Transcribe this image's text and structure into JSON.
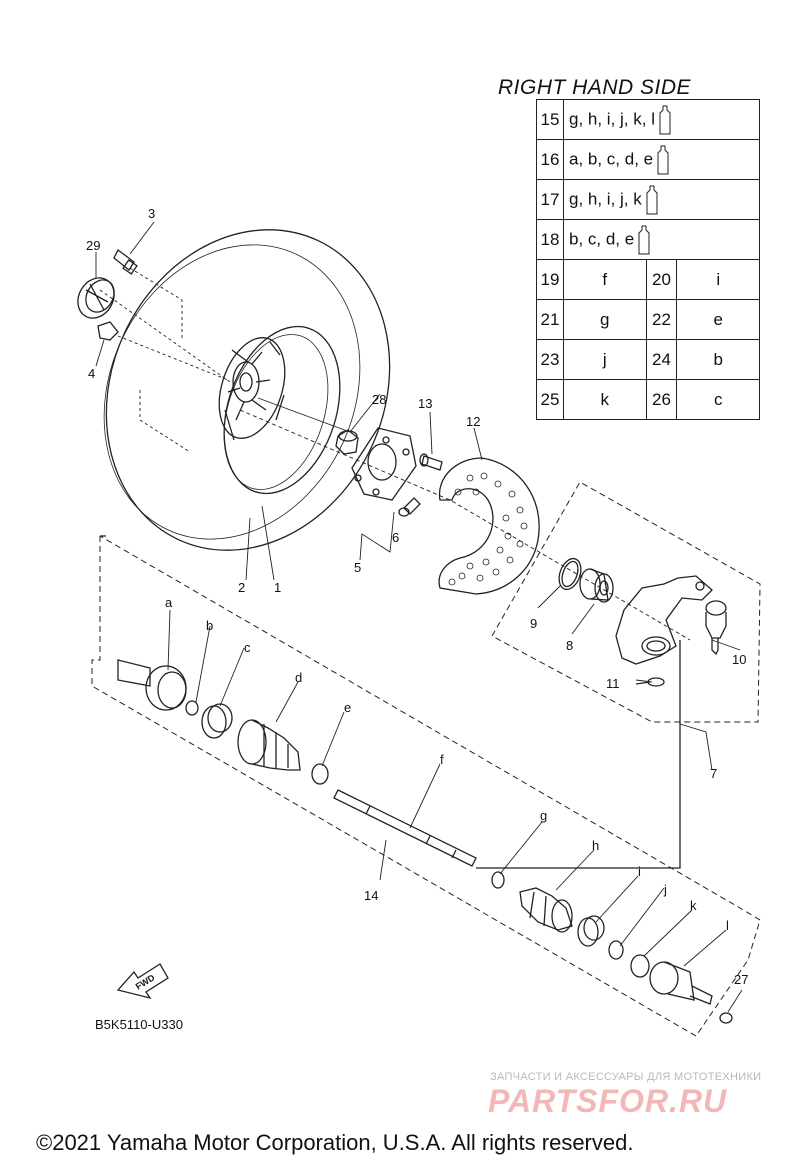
{
  "table": {
    "title": "RIGHT HAND SIDE",
    "rows": [
      {
        "num": "15",
        "letters": "g, h, i, j, k, l",
        "icon": "grease-tube-icon"
      },
      {
        "num": "16",
        "letters": "a, b, c, d, e",
        "icon": "grease-tube-icon"
      },
      {
        "num": "17",
        "letters": "g, h, i, j, k",
        "icon": "grease-tube-icon"
      },
      {
        "num": "18",
        "letters": "b, c, d, e",
        "icon": "grease-tube-icon"
      }
    ],
    "pairs": [
      [
        {
          "num": "19",
          "letter": "f"
        },
        {
          "num": "20",
          "letter": "i"
        }
      ],
      [
        {
          "num": "21",
          "letter": "g"
        },
        {
          "num": "22",
          "letter": "e"
        }
      ],
      [
        {
          "num": "23",
          "letter": "j"
        },
        {
          "num": "24",
          "letter": "b"
        }
      ],
      [
        {
          "num": "25",
          "letter": "k"
        },
        {
          "num": "26",
          "letter": "c"
        }
      ]
    ]
  },
  "callouts": {
    "n1": "1",
    "n2": "2",
    "n3": "3",
    "n4": "4",
    "n5": "5",
    "n6": "6",
    "n7": "7",
    "n8": "8",
    "n9": "9",
    "n10": "10",
    "n11": "11",
    "n12": "12",
    "n13": "13",
    "n14": "14",
    "n27": "27",
    "n28": "28",
    "n29": "29",
    "a": "a",
    "b": "b",
    "c": "c",
    "d": "d",
    "e": "e",
    "f": "f",
    "g": "g",
    "h": "h",
    "i": "i",
    "j": "j",
    "k": "k",
    "l": "l"
  },
  "fwd": "FWD",
  "diagram_code": "B5K5110-U330",
  "watermark": {
    "tagline": "ЗАПЧАСТИ И АКСЕССУАРЫ ДЛЯ МОТОТЕХНИКИ",
    "logo": "PARTSFOR.RU"
  },
  "copyright": "©2021 Yamaha Motor Corporation, U.S.A. All rights reserved."
}
